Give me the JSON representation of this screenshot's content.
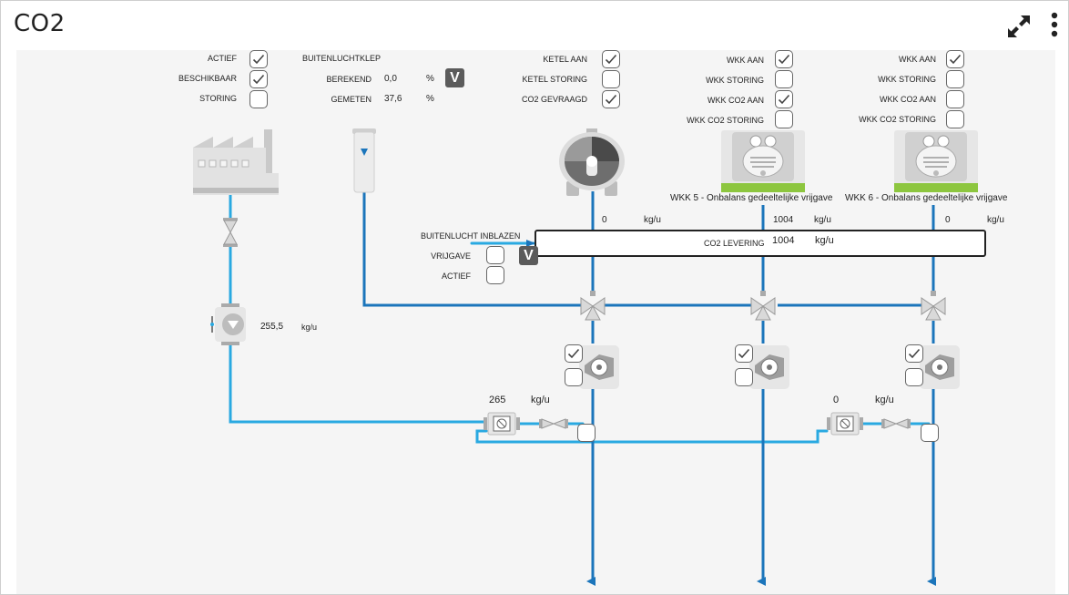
{
  "title": "CO2",
  "icons": {
    "expand": "expand-arrows-icon",
    "menu": "vertical-dots-icon"
  },
  "colors": {
    "pipe_light": "#29a9e1",
    "pipe_dark": "#1b75bb",
    "box_border": "#222222"
  },
  "factory": {
    "actief_label": "ACTIEF",
    "actief": true,
    "beschikbaar_label": "BESCHIKBAAR",
    "beschikbaar": true,
    "storing_label": "STORING",
    "storing": false,
    "flow_value": "255,5",
    "flow_unit": "kg/u"
  },
  "buitenluchtklep": {
    "title": "BUITENLUCHTKLEP",
    "berekend_label": "BEREKEND",
    "berekend_value": "0,0",
    "berekend_unit": "%",
    "gemeten_label": "GEMETEN",
    "gemeten_value": "37,6",
    "gemeten_unit": "%",
    "v_label": "V"
  },
  "ketel": {
    "aan_label": "KETEL AAN",
    "aan": true,
    "storing_label": "KETEL STORING",
    "storing": false,
    "gevraagd_label": "CO2 GEVRAAGD",
    "gevraagd": true,
    "flow_value": "0",
    "flow_unit": "kg/u"
  },
  "wkk5": {
    "aan_label": "WKK AAN",
    "aan": true,
    "storing_label": "WKK STORING",
    "storing": false,
    "co2_aan_label": "WKK CO2 AAN",
    "co2_aan": true,
    "co2_storing_label": "WKK CO2 STORING",
    "co2_storing": false,
    "name": "WKK 5 - Onbalans gedeeltelijke vrijgave",
    "flow_value": "1004",
    "flow_unit": "kg/u"
  },
  "wkk6": {
    "aan_label": "WKK AAN",
    "aan": true,
    "storing_label": "WKK STORING",
    "storing": false,
    "co2_aan_label": "WKK CO2 AAN",
    "co2_aan": false,
    "co2_storing_label": "WKK CO2 STORING",
    "co2_storing": false,
    "name": "WKK 6 - Onbalans gedeeltelijke vrijgave",
    "flow_value": "0",
    "flow_unit": "kg/u"
  },
  "inblazen": {
    "title": "BUITENLUCHT INBLAZEN",
    "vrijgave_label": "VRIJGAVE",
    "vrijgave": false,
    "actief_label": "ACTIEF",
    "actief": false,
    "v_label": "V"
  },
  "levering": {
    "label": "CO2 LEVERING",
    "value": "1004",
    "unit": "kg/u"
  },
  "fans": [
    {
      "check1": true,
      "check2": false
    },
    {
      "check1": true,
      "check2": false
    },
    {
      "check1": true,
      "check2": false
    }
  ],
  "meter_left": {
    "value": "265",
    "unit": "kg/u"
  },
  "meter_right": {
    "value": "0",
    "unit": "kg/u"
  }
}
